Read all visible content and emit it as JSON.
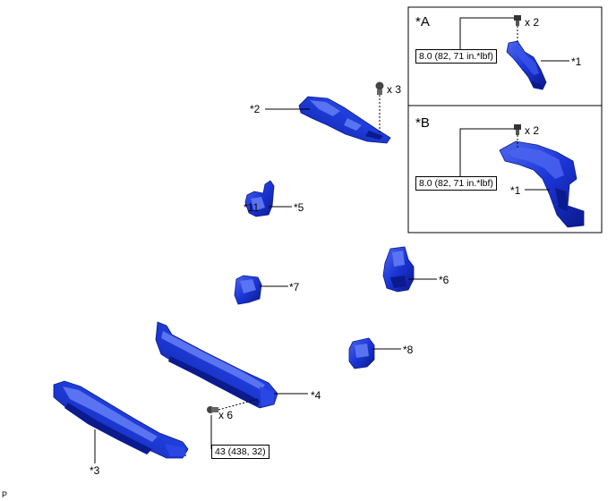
{
  "callouts": {
    "p1_a": "*1",
    "p1_b": "*1",
    "p2": "*2",
    "p3": "*3",
    "p4": "*4",
    "p5": "*5",
    "p6": "*6",
    "p7": "*7",
    "p8": "*8",
    "p11": "*11"
  },
  "quantities": {
    "q_bolt_top": "x 3",
    "q_bolt_bottom": "x 6",
    "q_bolt_a": "x 2",
    "q_bolt_b": "x 2"
  },
  "torque": {
    "t_a": "8.0 (82, 71 in.*lbf)",
    "t_b": "8.0 (82, 71 in.*lbf)",
    "t_bottom": "43 (438, 32)"
  },
  "insets": {
    "a_title": "*A",
    "b_title": "*B"
  },
  "corner_mark": "P",
  "colors": {
    "part_fill": "#1a35d6",
    "part_dark": "#0b1a8c",
    "part_light": "#5a73f0",
    "line": "#000000"
  }
}
